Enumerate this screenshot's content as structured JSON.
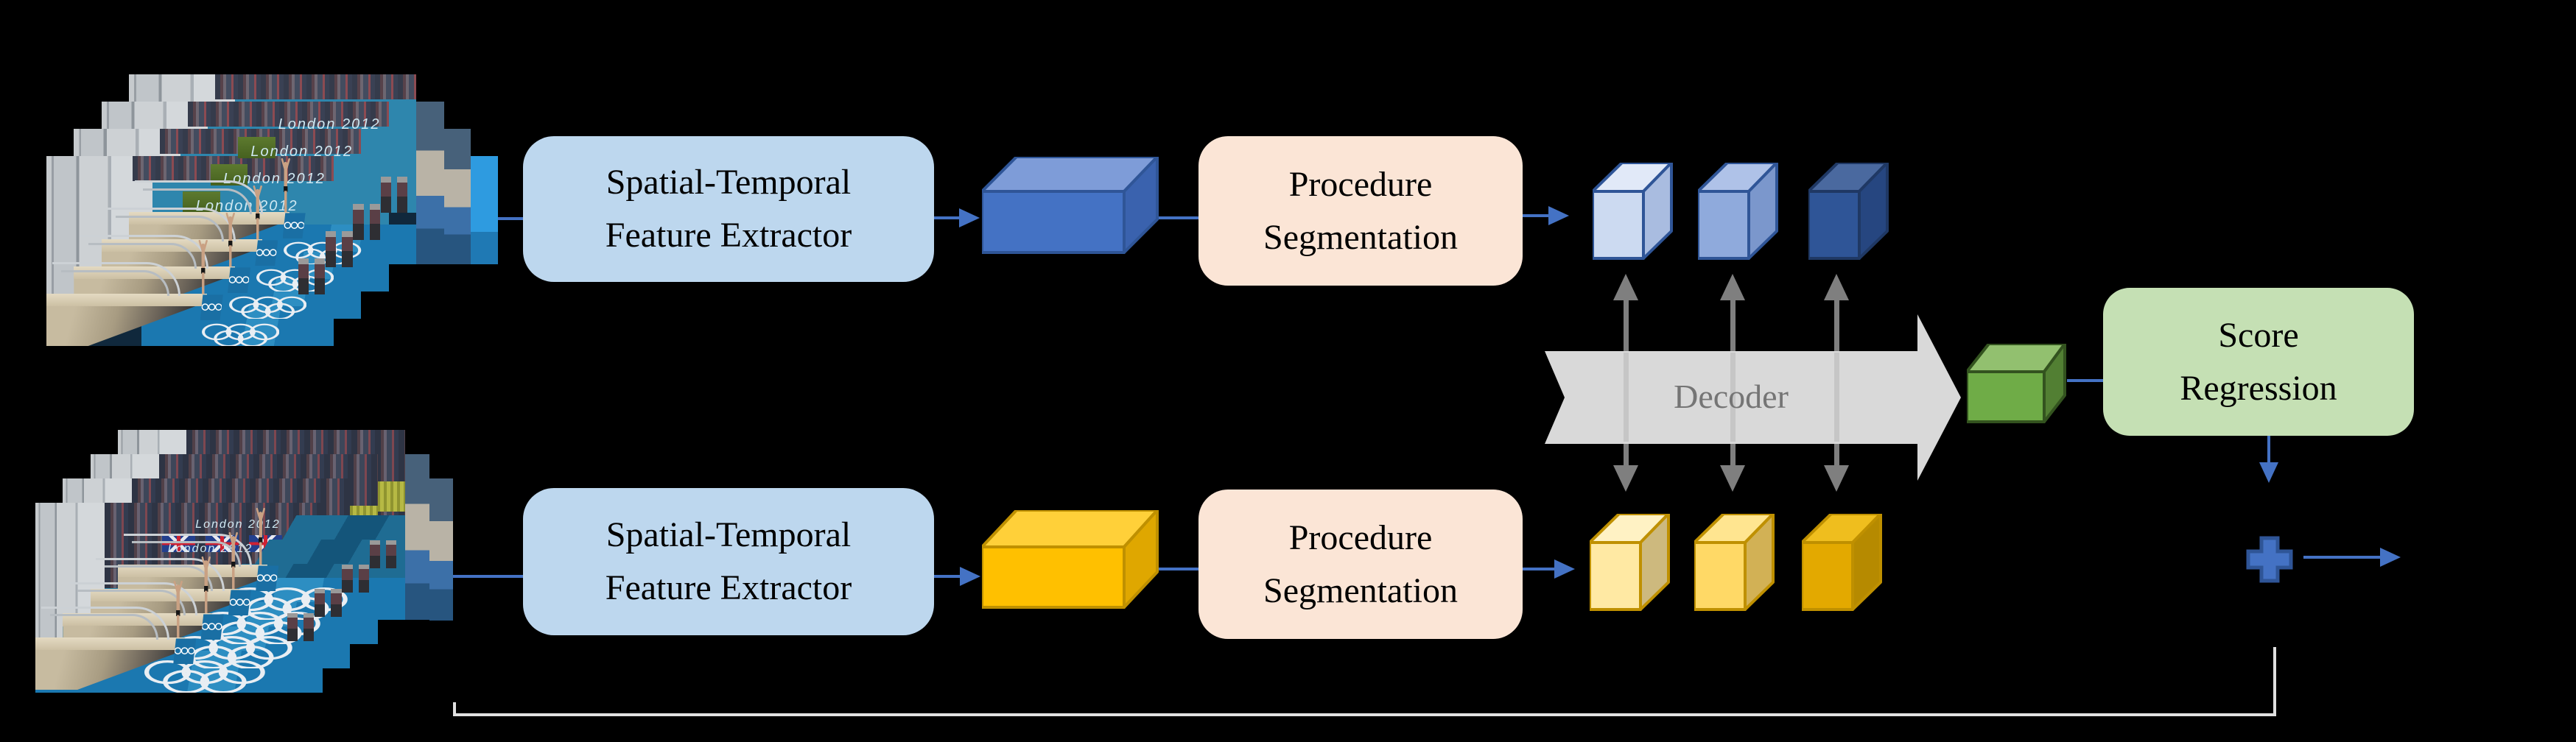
{
  "figure": {
    "type": "model-architecture-diagram",
    "background": "#000000"
  },
  "labels": {
    "stfe": [
      "Spatial-Temporal",
      "Feature Extractor"
    ],
    "proc": [
      "Procedure",
      "Segmentation"
    ],
    "score": [
      "Score",
      "Regression"
    ],
    "decoder": "Decoder",
    "banner": "London 2012"
  },
  "icons": {
    "fusion": "plus-icon",
    "olympic_rings": "olympic-rings-icon"
  },
  "video_inputs": [
    {
      "name": "input-video-1",
      "frames_visible": 4
    },
    {
      "name": "input-video-2",
      "frames_visible": 4
    }
  ],
  "colors": {
    "background": "#000000",
    "accent_blue": "#4472C4",
    "accent_blue_dark": "#2F5597",
    "arrow_gray": "#7F7F7F",
    "arrow_gray_inner": "#C6C6C6",
    "decoder_fill": "#D9D9D9",
    "decoder_text": "#757575",
    "box_blue_fill": "#BDD7EE",
    "box_peach_fill": "#FBE5D6",
    "box_green_fill": "#C5E0B4",
    "box_text": "#000000",
    "loss_line": "#E0E0E0",
    "cube_blue_flat": {
      "front": "#4472C4",
      "top": "#7E9CD8",
      "side": "#3A62AE",
      "stroke": "#2F5597"
    },
    "cube_yellow_flat": {
      "front": "#FFC000",
      "top": "#FFD039",
      "side": "#DFA700",
      "stroke": "#BF9000"
    },
    "cube_blue_1": {
      "front": "#CCDAF1",
      "top": "#E1E9F8",
      "side": "#A9BCE0",
      "stroke": "#2F5597"
    },
    "cube_blue_2": {
      "front": "#8FAADC",
      "top": "#AFC2E8",
      "side": "#7B97CC",
      "stroke": "#2F5597"
    },
    "cube_blue_3": {
      "front": "#2F5597",
      "top": "#4A699F",
      "side": "#264680",
      "stroke": "#1F3864"
    },
    "cube_yellow_1": {
      "front": "#FFE9A3",
      "top": "#FFF2C4",
      "side": "#CDB97E",
      "stroke": "#BF9000"
    },
    "cube_yellow_2": {
      "front": "#FFD966",
      "top": "#FFE590",
      "side": "#D2B155",
      "stroke": "#BF9000"
    },
    "cube_yellow_3": {
      "front": "#E3A900",
      "top": "#EFBE1E",
      "side": "#B68A00",
      "stroke": "#BF9000"
    },
    "cube_green": {
      "front": "#6FAC47",
      "top": "#92C06F",
      "side": "#527F33",
      "stroke": "#33531F"
    }
  }
}
